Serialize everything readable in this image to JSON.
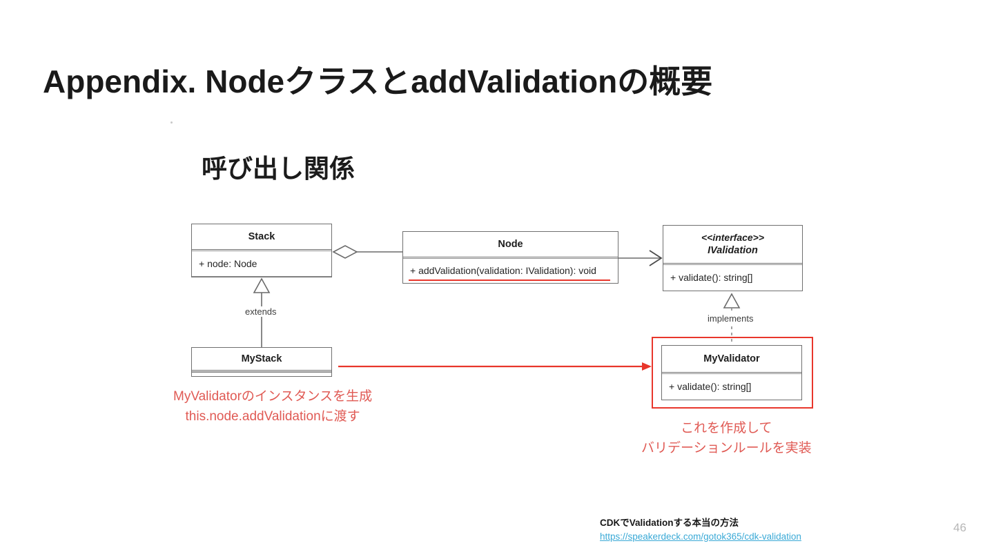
{
  "slide": {
    "title": "Appendix. Nodeクラスと�addValidationの概要",
    "title_text": "Appendix. NodeクラスとaddValidationの概要",
    "page_number": "46",
    "background_color": "#ffffff"
  },
  "diagram": {
    "heading": "呼び出し関係",
    "accent_color": "#e8362b",
    "note_color": "#e05a54",
    "line_color": "#6a6a6a",
    "classes": [
      {
        "id": "stack",
        "name": "Stack",
        "members": [
          "+ node: Node"
        ],
        "has_empty_compartment": true
      },
      {
        "id": "node",
        "name": "Node",
        "members": [
          "+ addValidation(validation: IValidation): void"
        ],
        "highlighted_member": "+ addValidation(validation: IValidation): void"
      },
      {
        "id": "ivalidation",
        "stereotype": "<<interface>>",
        "name": "IValidation",
        "members": [
          "+ validate(): string[]"
        ]
      },
      {
        "id": "mystack",
        "name": "MyStack",
        "members": [],
        "has_empty_compartment": true
      },
      {
        "id": "myvalidator",
        "name": "MyValidator",
        "members": [
          "+ validate(): string[]"
        ],
        "highlighted": true
      }
    ],
    "relations": [
      {
        "id": "stack-node",
        "type": "aggregation",
        "from": "stack",
        "to": "node",
        "label": ""
      },
      {
        "id": "node-ivalidation",
        "type": "association",
        "from": "node",
        "to": "ivalidation",
        "label": ""
      },
      {
        "id": "mystack-stack",
        "type": "generalization",
        "from": "mystack",
        "to": "stack",
        "label": "extends"
      },
      {
        "id": "myvalidator-ivalidation",
        "type": "realization",
        "from": "myvalidator",
        "to": "ivalidation",
        "label": "implements"
      },
      {
        "id": "mystack-myvalidator",
        "type": "red-arrow",
        "from": "mystack",
        "to": "myvalidator",
        "label": ""
      }
    ],
    "annotations": {
      "left": {
        "line1": "MyValidatorのインスタンスを生成",
        "line2": "this.node.addValidationに渡す"
      },
      "right": {
        "line1": "これを作成して",
        "line2": "バリデーションルールを実装"
      }
    }
  },
  "footer": {
    "title": "CDKでValidationする本当の方法",
    "link": "https://speakerdeck.com/gotok365/cdk-validation",
    "link_color": "#3aa9d6"
  }
}
